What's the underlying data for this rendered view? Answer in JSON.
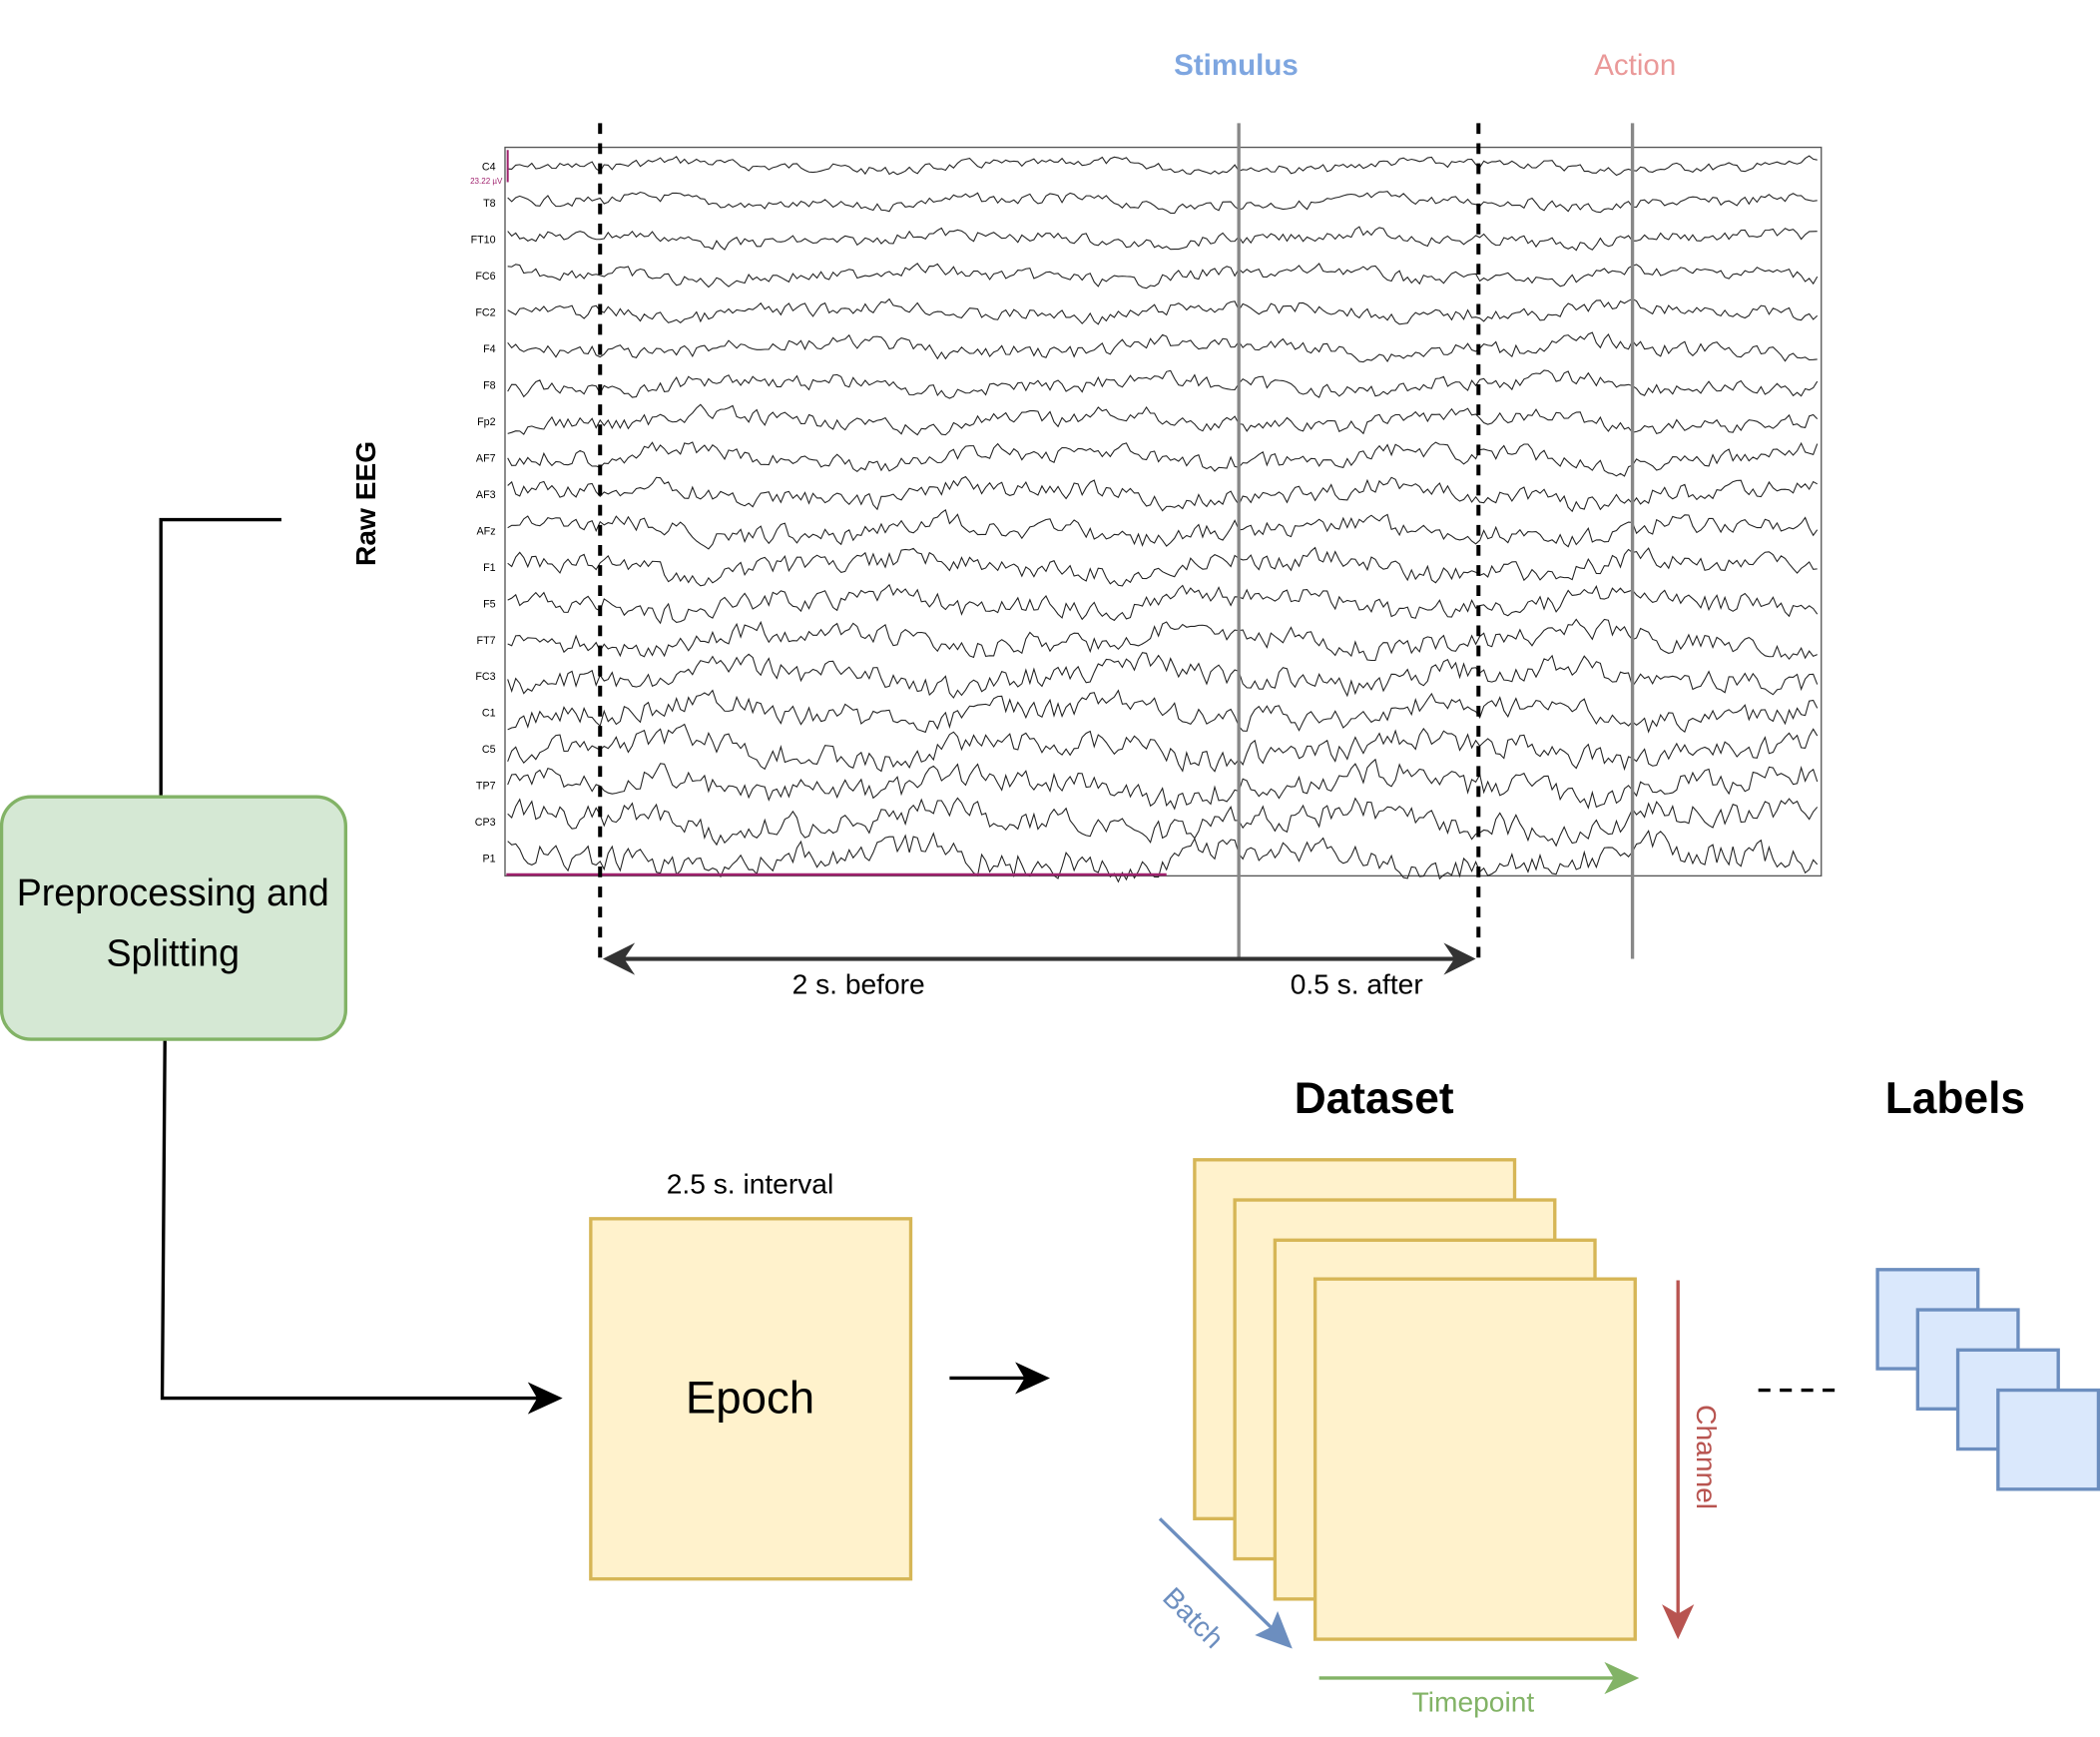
{
  "labels": {
    "stimulus": "Stimulus",
    "action": "Action",
    "raw_eeg": "Raw EEG",
    "preprocessing_line1": "Preprocessing and",
    "preprocessing_line2": "Splitting",
    "before": "2 s. before",
    "after": "0.5 s. after",
    "dataset": "Dataset",
    "labels_title": "Labels",
    "interval": "2.5 s. interval",
    "epoch": "Epoch",
    "channel": "Channel",
    "batch": "Batch",
    "timepoint": "Timepoint",
    "scale_label": "23.22 µV"
  },
  "eeg_channels": [
    "C4",
    "T8",
    "FT10",
    "FC6",
    "FC2",
    "F4",
    "F8",
    "Fp2",
    "AF7",
    "AF3",
    "AFz",
    "F1",
    "F5",
    "FT7",
    "FC3",
    "C1",
    "C5",
    "TP7",
    "CP3",
    "P1"
  ],
  "colors": {
    "stimulus": "#7ea6e0",
    "action": "#ea9999",
    "green_fill": "#d5e8d4",
    "green_stroke": "#82b366",
    "yellow_fill": "#fff2cc",
    "yellow_stroke": "#d6b656",
    "blue_fill": "#dae8fc",
    "blue_stroke": "#6c8ebf",
    "channel_arrow": "#b85450",
    "batch_arrow": "#6c8ebf",
    "timepoint_arrow": "#82b366",
    "scale_marker": "#a0226e"
  }
}
